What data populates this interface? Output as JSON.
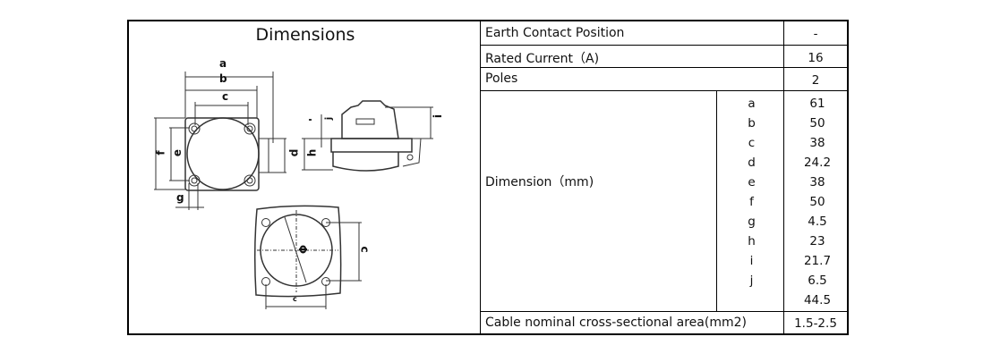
{
  "left_header": "Dimensions",
  "drawing_labels": {
    "a": "a",
    "b": "b",
    "c": "c",
    "d": "d",
    "e": "e",
    "f": "f",
    "g": "g",
    "h": "h",
    "i": "i",
    "j": "j",
    "diameter": "Φ"
  },
  "rows": [
    {
      "label": "Earth Contact Position",
      "value": "-"
    },
    {
      "label": "Rated Current（A)",
      "value": "16"
    },
    {
      "label": "Poles",
      "value": "2"
    }
  ],
  "dimension": {
    "label": "Dimension（mm)",
    "letters": [
      "a",
      "b",
      "c",
      "d",
      "e",
      "f",
      "g",
      "h",
      "i",
      "j"
    ],
    "values": [
      "61",
      "50",
      "38",
      "24.2",
      "38",
      "50",
      "4.5",
      "23",
      "21.7",
      "6.5",
      "44.5"
    ]
  },
  "cable": {
    "label": "Cable nominal cross-sectional area(mm2)",
    "value": "1.5-2.5"
  }
}
